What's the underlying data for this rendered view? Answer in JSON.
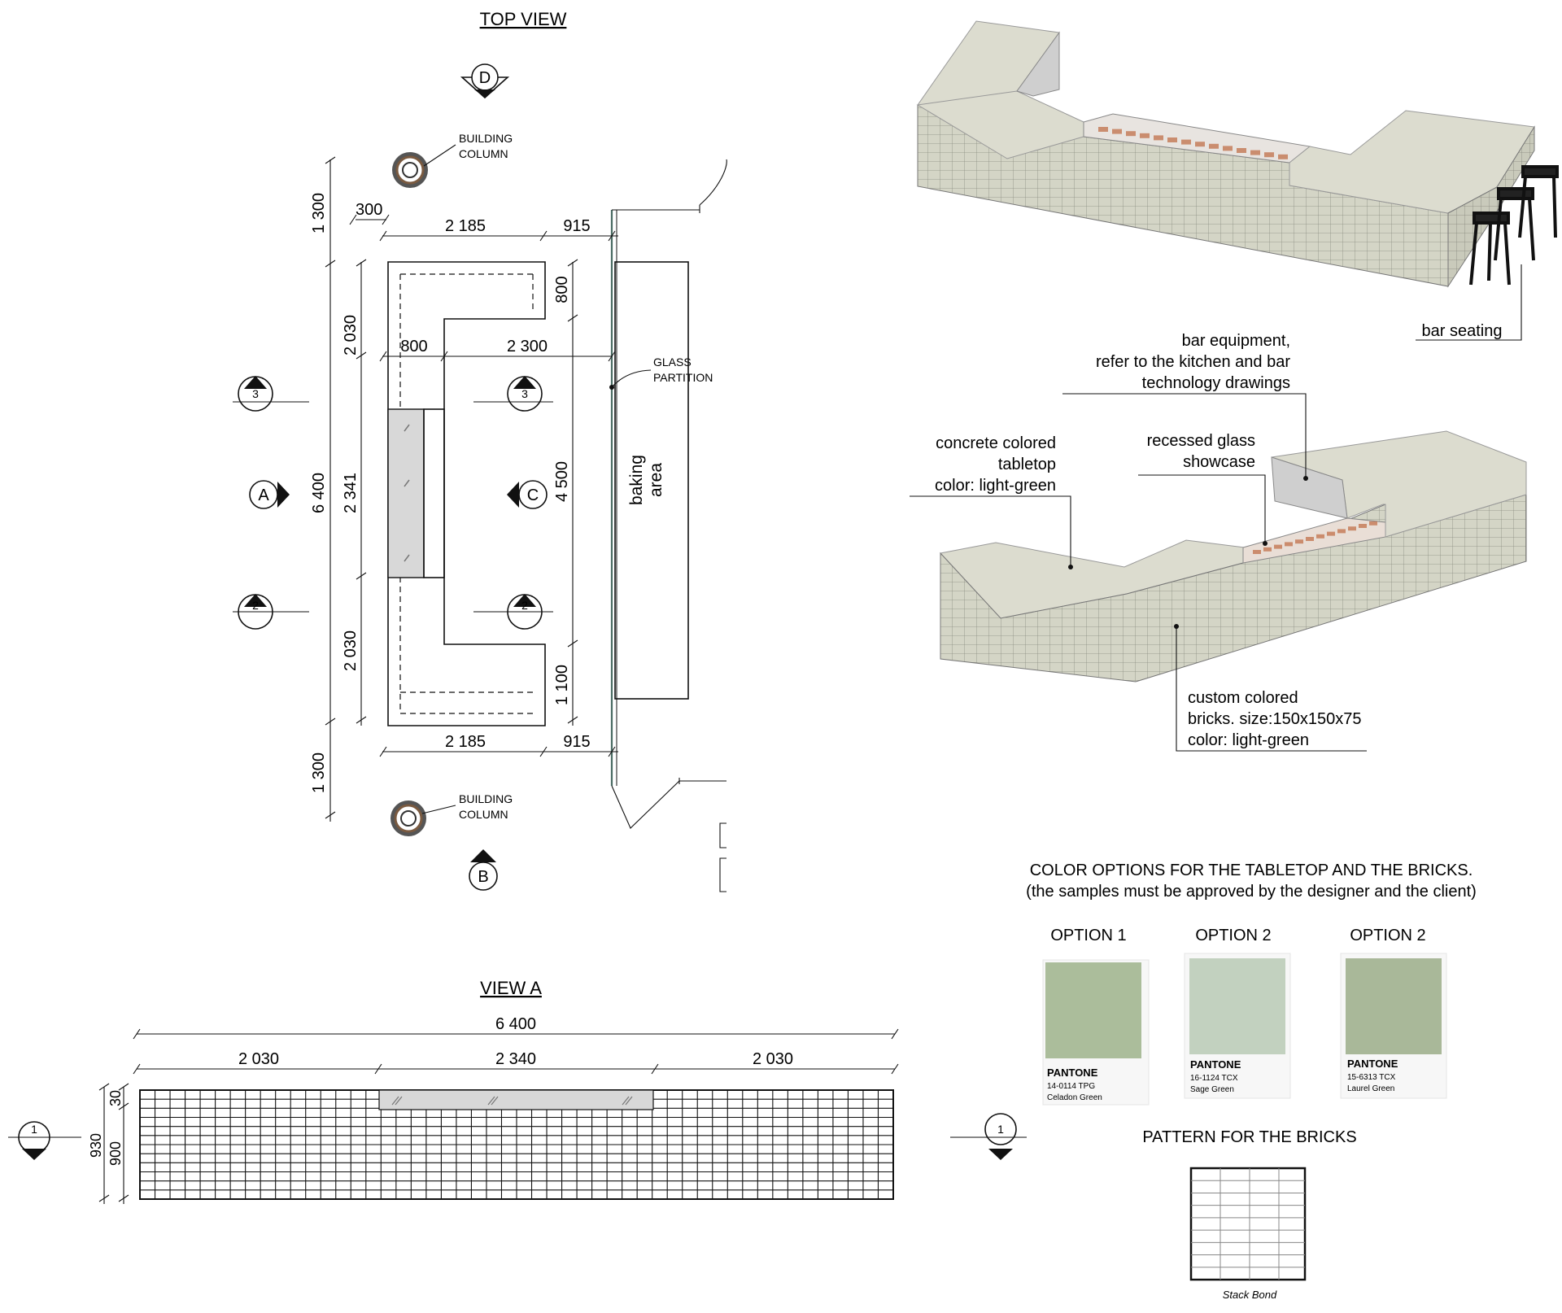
{
  "top_view": {
    "title": "TOP VIEW",
    "column_label_line1": "BUILDING",
    "column_label_line2": "COLUMN",
    "glass_label_line1": "GLASS",
    "glass_label_line2": "PARTITION",
    "baking_line1": "baking",
    "baking_line2": "area",
    "dims": {
      "d300": "300",
      "d2185_top": "2 185",
      "d915_top": "915",
      "d800_side": "800",
      "d800": "800",
      "d2300": "2 300",
      "d2030_top": "2 030",
      "d2341": "2 341",
      "d2030_bottom": "2 030",
      "d6400": "6 400",
      "d1300_top": "1 300",
      "d1300_bottom": "1 300",
      "d4500": "4 500",
      "d1100": "1 100",
      "d2185_bottom": "2 185",
      "d915_bottom": "915"
    },
    "markers": {
      "d": "D",
      "b": "B",
      "a": "A",
      "c": "C",
      "s3": "3",
      "s2": "2"
    }
  },
  "view_a": {
    "title": "VIEW A",
    "d6400": "6 400",
    "d2030_left": "2 030",
    "d2340": "2 340",
    "d2030_right": "2 030",
    "d30": "30",
    "d900": "900",
    "d930": "930",
    "marker": "1"
  },
  "renders": {
    "bar_seating": "bar seating",
    "bar_equipment_line1": "bar equipment,",
    "bar_equipment_line2": "refer to the kitchen and bar",
    "bar_equipment_line3": "technology drawings",
    "concrete_line1": "concrete colored",
    "concrete_line2": "tabletop",
    "concrete_line3": "color: light-green",
    "glass_line1": "recessed glass",
    "glass_line2": "showcase",
    "bricks_line1": "custom colored",
    "bricks_line2": "bricks. size:150x150x75",
    "bricks_line3": "color: light-green"
  },
  "colors_section": {
    "heading_line1": "COLOR OPTIONS FOR THE TABLETOP AND THE BRICKS.",
    "heading_line2": "(the samples must be approved by the designer and the client)",
    "options": [
      {
        "label": "OPTION 1",
        "brand": "PANTONE",
        "code": "14-0114 TPG",
        "name": "Celadon Green",
        "color": "#abbd9b"
      },
      {
        "label": "OPTION 2",
        "brand": "PANTONE",
        "code": "16-1124 TCX",
        "name": "Sage Green",
        "color": "#c2d1bf"
      },
      {
        "label": "OPTION 2",
        "brand": "PANTONE",
        "code": "15-6313 TCX",
        "name": "Laurel Green",
        "color": "#a9b899"
      }
    ],
    "pattern_heading": "PATTERN FOR THE BRICKS",
    "pattern_caption": "Stack Bond",
    "marker": "1"
  },
  "palette": {
    "brick": "#d4d5c6",
    "brick_line": "#8a8c80",
    "top": "#dcdccf",
    "glass_panel": "#d8d8d8",
    "frame": "#4a6b63"
  }
}
